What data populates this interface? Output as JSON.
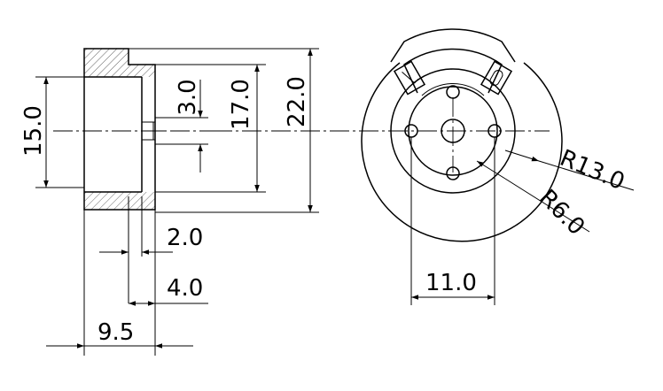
{
  "drawing": {
    "side_view": {
      "dim_height_outer": "15.0",
      "dim_hole": "3.0",
      "dim_body": "17.0",
      "dim_flange": "22.0",
      "dim_wall": "2.0",
      "dim_step": "4.0",
      "dim_length": "9.5"
    },
    "front_view": {
      "dim_radius_outer": "R13.0",
      "dim_radius_inner": "R6.0",
      "dim_width": "11.0"
    }
  }
}
